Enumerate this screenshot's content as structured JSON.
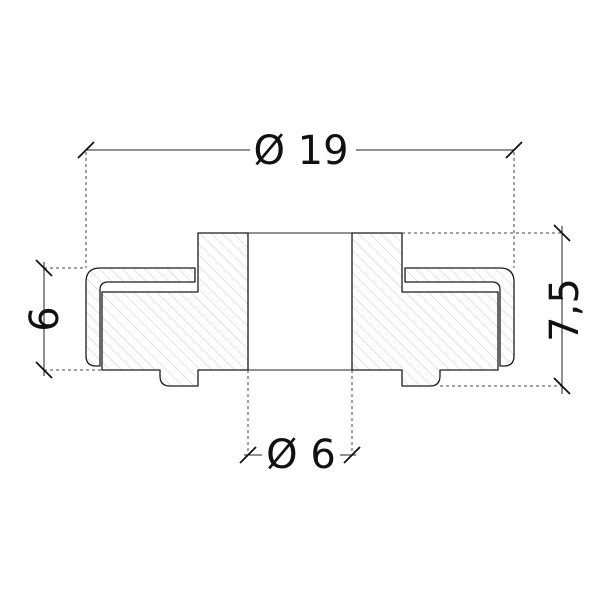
{
  "dimensions": {
    "outer_diameter": "Ø 19",
    "inner_diameter": "Ø 6",
    "rim_height": "6",
    "total_height": "7,5"
  },
  "colors": {
    "line": "#1a1a1a",
    "hatch": "#c8c8c8",
    "background": "#ffffff"
  }
}
